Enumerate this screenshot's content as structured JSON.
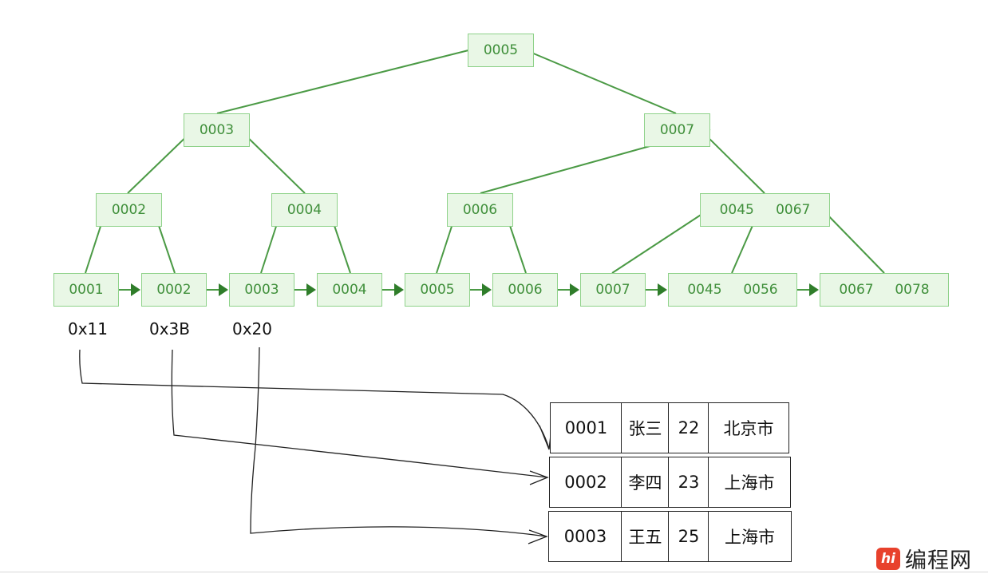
{
  "tree": {
    "root": [
      "0005"
    ],
    "level2": [
      [
        "0003"
      ],
      [
        "0007"
      ]
    ],
    "level3": [
      [
        "0002"
      ],
      [
        "0004"
      ],
      [
        "0006"
      ],
      [
        "0045",
        "0067"
      ]
    ],
    "leaves": [
      [
        "0001"
      ],
      [
        "0002"
      ],
      [
        "0003"
      ],
      [
        "0004"
      ],
      [
        "0005"
      ],
      [
        "0006"
      ],
      [
        "0007"
      ],
      [
        "0045",
        "0056"
      ],
      [
        "0067",
        "0078"
      ]
    ]
  },
  "addresses": [
    "0x11",
    "0x3B",
    "0x20"
  ],
  "rows": [
    [
      "0001",
      "张三",
      "22",
      "北京市"
    ],
    [
      "0002",
      "李四",
      "23",
      "上海市"
    ],
    [
      "0003",
      "王五",
      "25",
      "上海市"
    ]
  ],
  "colors": {
    "node_fill": "#e9f7e6",
    "node_border": "#8fd28a",
    "edge": "#4b9a45",
    "arrow": "#2f7d2a",
    "text": "#3f8f3a"
  },
  "watermark": {
    "logo": "hi",
    "text": "编程网"
  }
}
